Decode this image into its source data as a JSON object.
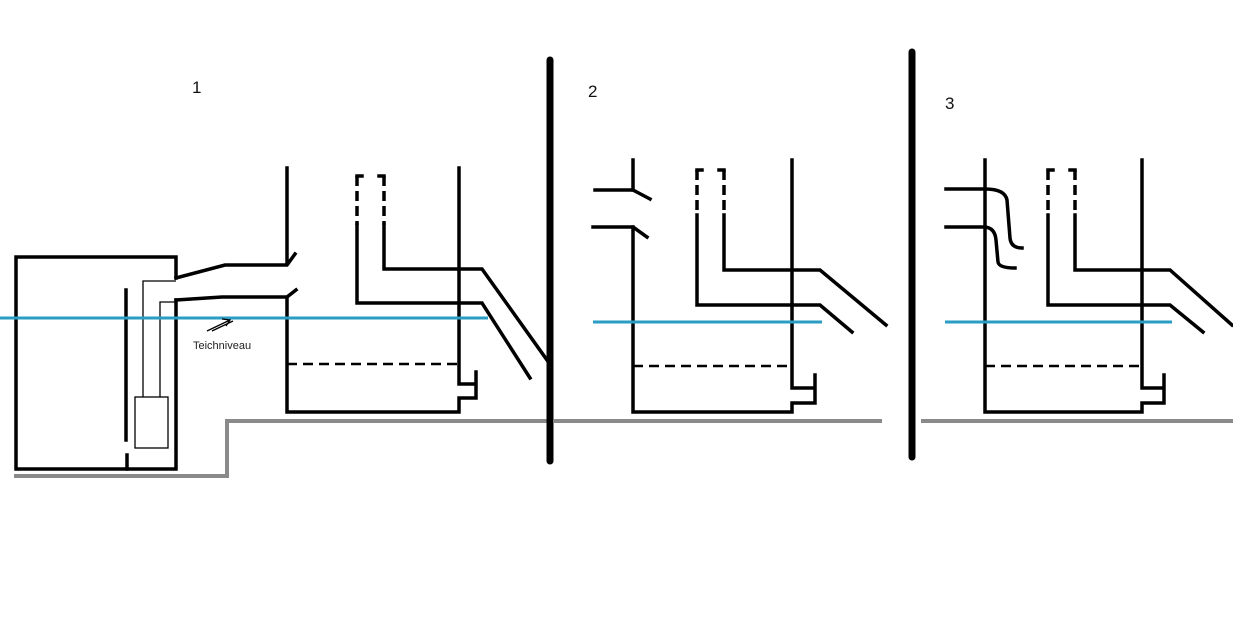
{
  "panels": [
    {
      "number": "1"
    },
    {
      "number": "2"
    },
    {
      "number": "3"
    }
  ],
  "annotation": {
    "pond_level": "Teichniveau"
  },
  "colors": {
    "water_level": "#2b9cc3",
    "ground": "#8a8a8a",
    "lines": "#000000"
  }
}
